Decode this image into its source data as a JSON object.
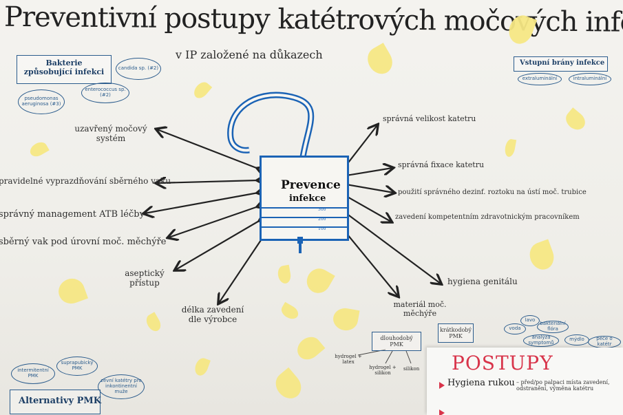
{
  "title": "Preventivní postupy katétrových močových infekcí",
  "subtitle": "v IP založené na důkazech",
  "bacteria": {
    "title": "Bakterie způsobující infekci",
    "ovals": [
      "candida sp. (#2)",
      "pseudomonas aeruginosa (#3)",
      "enterococcus sp. (#2)"
    ]
  },
  "entry": {
    "title": "Vstupní brány infekce",
    "ovals": [
      "extraluminální",
      "intraluminální"
    ]
  },
  "center": {
    "label_line1": "Prevence",
    "label_line2": "infekce",
    "scale": [
      "300",
      "200",
      "100"
    ]
  },
  "left_items": [
    "uzavřený močový systém",
    "pravidelné vyprazdňování sběrného vaku",
    "správný management ATB léčby",
    "sběrný vak pod úrovní moč. měchýře",
    "aseptický přístup",
    "délka zavedení dle výrobce"
  ],
  "right_items": [
    "správná velikost katetru",
    "správná fixace katetru",
    "použití správného dezinf. roztoku na ústí moč. trubice",
    "zavedení kompetentním zdravotnickým pracovníkem",
    "hygiena genitálu",
    "materiál moč. měchýře"
  ],
  "alternatives": {
    "title": "Alternativy PMK",
    "ovals": [
      "intermitentní PMK",
      "suprapubický PMK",
      "zevní katétry pro inkontinentní muže"
    ]
  },
  "materials": {
    "long_term": "dlouhodobý PMK",
    "short_term": "krátkodobý PMK",
    "leaves": [
      "hydrogel + latex",
      "hydrogel + silikon",
      "silikon"
    ]
  },
  "hygiene_cluster": [
    "lavo",
    "bakteriální flóra",
    "voda",
    "analýza symptomů",
    "mýdlo",
    "péče o katétr"
  ],
  "card": {
    "title": "POSTUPY",
    "bullet1_head": "Hygiena rukou",
    "bullet1_text": "před/po palpaci místa zavedení, odstranění, výměna katétru"
  },
  "colors": {
    "accent": "#1b63b5",
    "leaf": "#f6e784",
    "card_title": "#d8344a"
  }
}
